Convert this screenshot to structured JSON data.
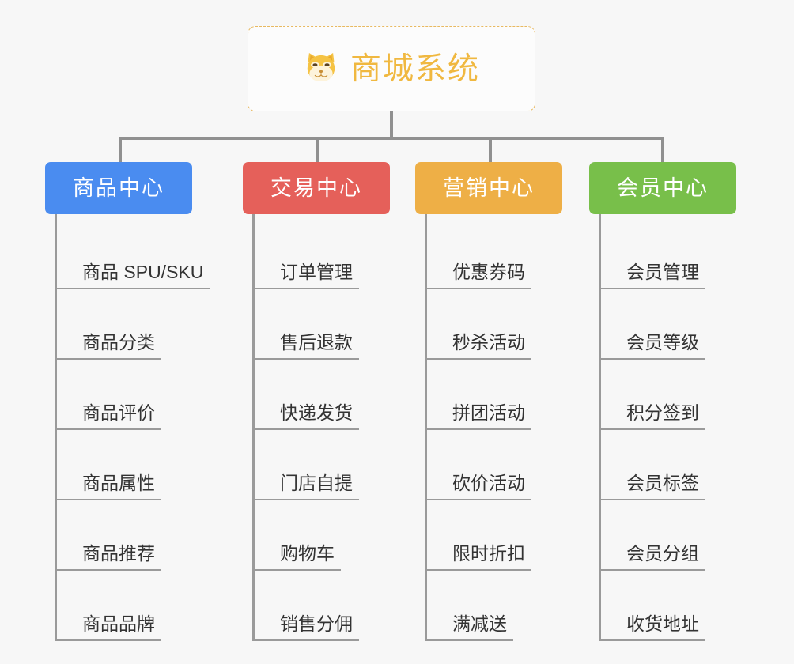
{
  "root": {
    "title": "商城系统",
    "icon": "shiba-dog-icon",
    "border_color": "#e8b960",
    "text_color": "#f0b840"
  },
  "canvas": {
    "background": "#f7f7f7",
    "connector_color": "#909090"
  },
  "branches": [
    {
      "id": "product-center",
      "label": "商品中心",
      "color": "#4a8cf0",
      "leaves": [
        "商品 SPU/SKU",
        "商品分类",
        "商品评价",
        "商品属性",
        "商品推荐",
        "商品品牌"
      ]
    },
    {
      "id": "trade-center",
      "label": "交易中心",
      "color": "#e5605a",
      "leaves": [
        "订单管理",
        "售后退款",
        "快递发货",
        "门店自提",
        "购物车",
        "销售分佣"
      ]
    },
    {
      "id": "marketing-center",
      "label": "营销中心",
      "color": "#eeaf46",
      "leaves": [
        "优惠券码",
        "秒杀活动",
        "拼团活动",
        "砍价活动",
        "限时折扣",
        "满减送"
      ]
    },
    {
      "id": "member-center",
      "label": "会员中心",
      "color": "#78bf4a",
      "leaves": [
        "会员管理",
        "会员等级",
        "积分签到",
        "会员标签",
        "会员分组",
        "收货地址"
      ]
    }
  ]
}
